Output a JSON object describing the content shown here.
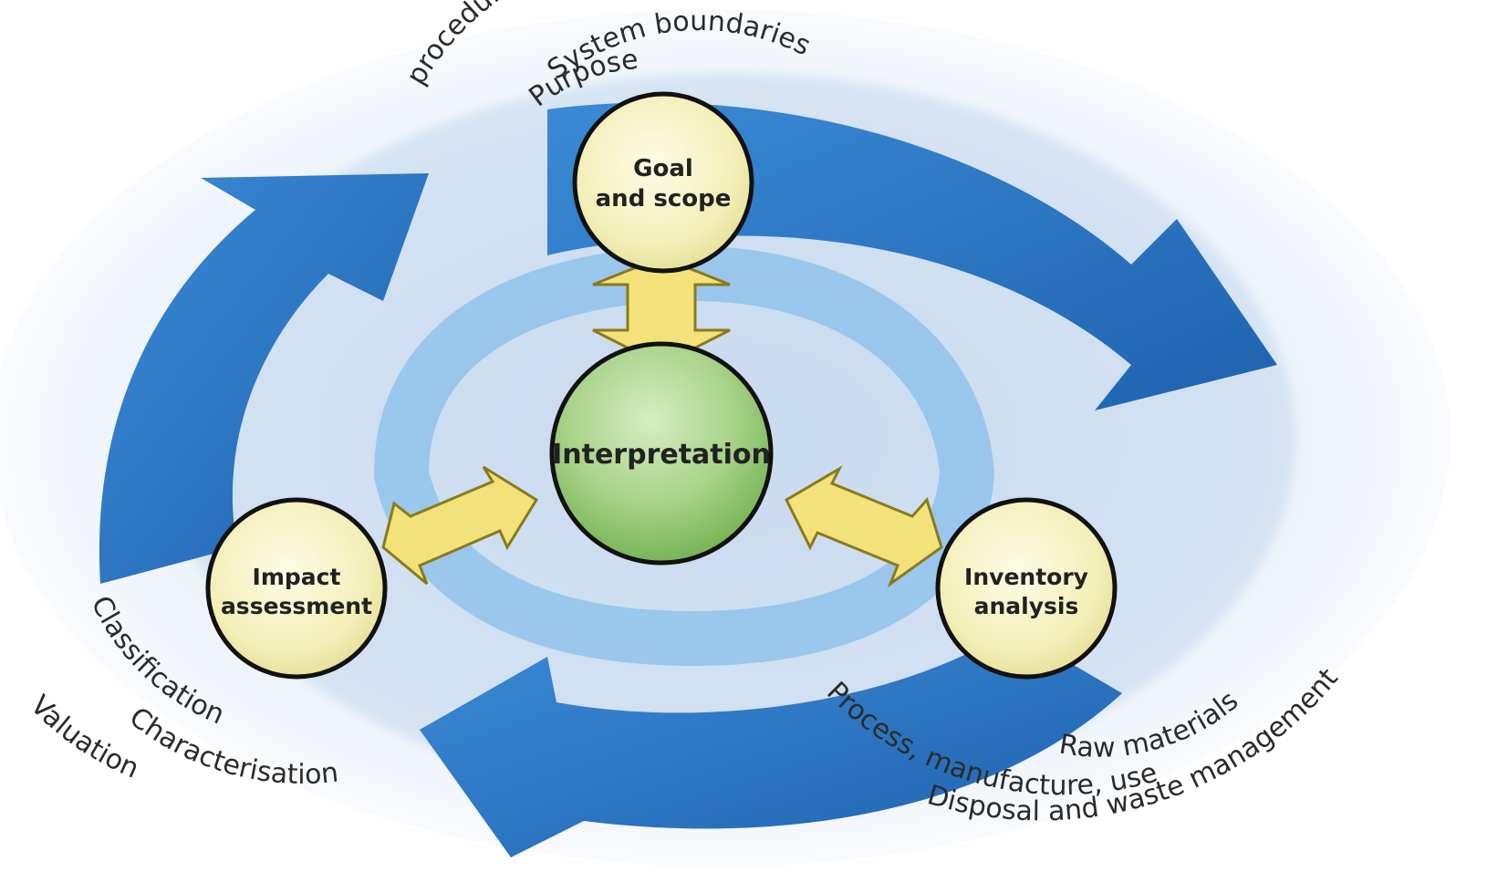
{
  "diagram": {
    "nodes": {
      "goal": {
        "line1": "Goal",
        "line2": "and scope"
      },
      "interpretation": {
        "label": "Interpretation"
      },
      "impact": {
        "line1": "Impact",
        "line2": "assessment"
      },
      "inventory": {
        "line1": "Inventory",
        "line2": "analysis"
      }
    },
    "goal_labels": {
      "procedures": "procedures",
      "system_boundaries": "System boundaries",
      "purpose": "Purpose"
    },
    "impact_labels": {
      "classification": "Classification",
      "characterisation": "Characterisation",
      "valuation": "Valuation"
    },
    "inventory_labels": {
      "raw_materials": "Raw materials",
      "process": "Process, manufacture, use",
      "disposal": "Disposal and waste management"
    },
    "colors": {
      "cycle_arrow": "#2f7bcc",
      "cycle_arrow_dark": "#1f5fa8",
      "stage_circle": "#f6f3c4",
      "center_circle": "#9ccd7a",
      "link_arrow": "#f3e27a",
      "background_glow": "#d9e6f4"
    }
  }
}
